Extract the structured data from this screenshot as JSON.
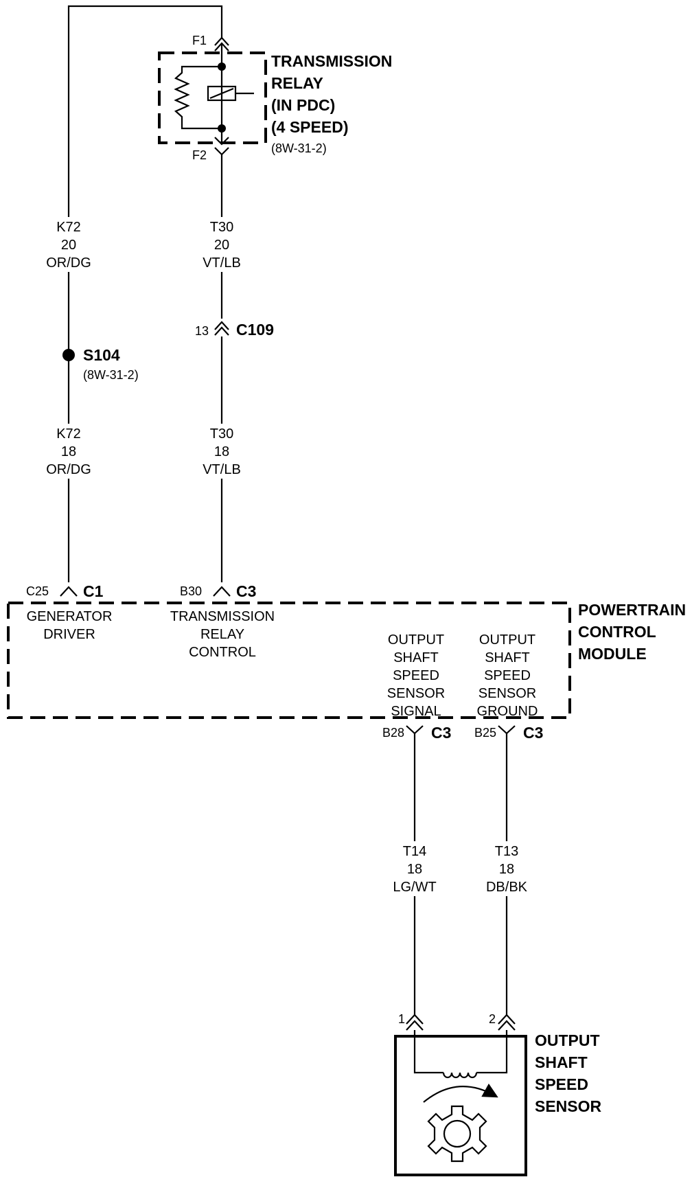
{
  "relay": {
    "pin_top": "F1",
    "pin_bottom": "F2",
    "title_lines": [
      "TRANSMISSION",
      "RELAY",
      "(IN PDC)",
      "(4 SPEED)"
    ],
    "ref": "(8W-31-2)"
  },
  "wires": {
    "k72_upper": {
      "circuit": "K72",
      "gauge": "20",
      "color": "OR/DG"
    },
    "t30_upper": {
      "circuit": "T30",
      "gauge": "20",
      "color": "VT/LB"
    },
    "k72_lower": {
      "circuit": "K72",
      "gauge": "18",
      "color": "OR/DG"
    },
    "t30_lower": {
      "circuit": "T30",
      "gauge": "18",
      "color": "VT/LB"
    },
    "t14": {
      "circuit": "T14",
      "gauge": "18",
      "color": "LG/WT"
    },
    "t13": {
      "circuit": "T13",
      "gauge": "18",
      "color": "DB/BK"
    }
  },
  "connector_c109": {
    "pin": "13",
    "name": "C109"
  },
  "splice": {
    "name": "S104",
    "ref": "(8W-31-2)"
  },
  "pcm": {
    "title_lines": [
      "POWERTRAIN",
      "CONTROL",
      "MODULE"
    ],
    "pin_c25": {
      "pin": "C25",
      "connector": "C1"
    },
    "pin_b30": {
      "pin": "B30",
      "connector": "C3"
    },
    "pin_b28": {
      "pin": "B28",
      "connector": "C3"
    },
    "pin_b25": {
      "pin": "B25",
      "connector": "C3"
    },
    "generator_lines": [
      "GENERATOR",
      "DRIVER"
    ],
    "relay_control_lines": [
      "TRANSMISSION",
      "RELAY",
      "CONTROL"
    ],
    "signal_lines": [
      "OUTPUT",
      "SHAFT",
      "SPEED",
      "SENSOR",
      "SIGNAL"
    ],
    "ground_lines": [
      "OUTPUT",
      "SHAFT",
      "SPEED",
      "SENSOR",
      "GROUND"
    ]
  },
  "sensor": {
    "pin1": "1",
    "pin2": "2",
    "title_lines": [
      "OUTPUT",
      "SHAFT",
      "SPEED",
      "SENSOR"
    ]
  },
  "icons": [
    "relay-coil-icon",
    "relay-switch-icon",
    "splice-dot-icon",
    "connector-chevron-icon",
    "inductor-coil-icon",
    "rotation-arrow-icon",
    "gear-icon"
  ]
}
